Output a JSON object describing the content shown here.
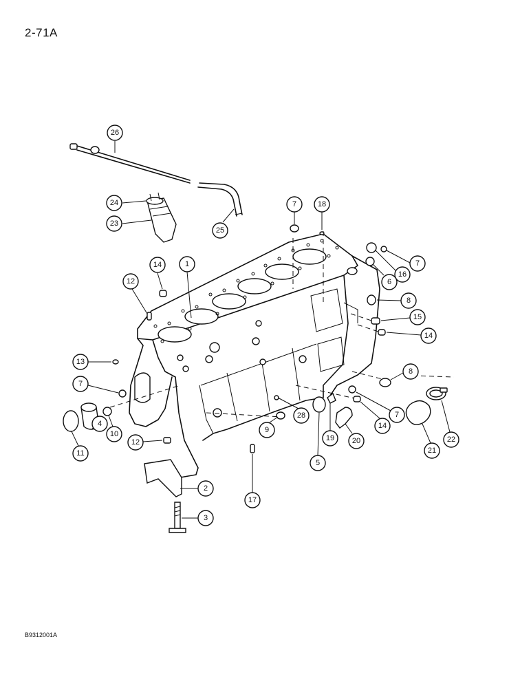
{
  "header": {
    "page_number": "2-71A"
  },
  "footer": {
    "figure_code": "B9312001A"
  },
  "callouts": [
    "26",
    "24",
    "23",
    "25",
    "7",
    "18",
    "7",
    "16",
    "6",
    "8",
    "15",
    "14",
    "14",
    "12",
    "1",
    "13",
    "7",
    "8",
    "7",
    "14",
    "28",
    "9",
    "19",
    "20",
    "5",
    "21",
    "22",
    "11",
    "4",
    "10",
    "12",
    "2",
    "3",
    "17"
  ]
}
